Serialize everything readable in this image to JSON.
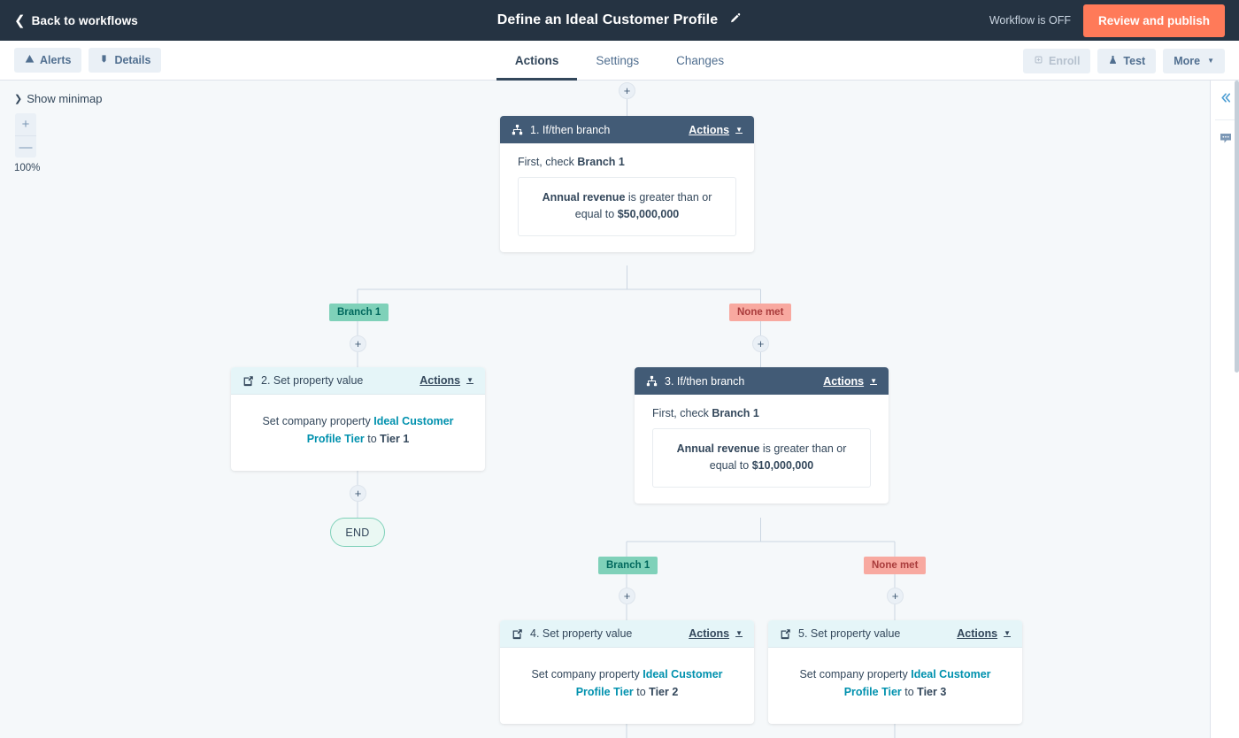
{
  "topbar": {
    "back_label": "Back to workflows",
    "back_icon": "chevron-left-icon",
    "title": "Define an Ideal Customer Profile",
    "edit_icon": "pencil-icon",
    "status_text": "Workflow is OFF",
    "publish_label": "Review and publish",
    "publish_color": "#ff7a59",
    "background_color": "#253342"
  },
  "subbar": {
    "alerts_label": "Alerts",
    "alerts_icon": "warning-triangle-icon",
    "details_label": "Details",
    "details_icon": "info-icon",
    "tabs": [
      {
        "label": "Actions",
        "active": true
      },
      {
        "label": "Settings",
        "active": false
      },
      {
        "label": "Changes",
        "active": false
      }
    ],
    "enroll_label": "Enroll",
    "enroll_icon": "enroll-icon",
    "enroll_disabled": true,
    "test_label": "Test",
    "test_icon": "flask-icon",
    "more_label": "More",
    "more_icon": "caret-down-icon"
  },
  "canvas": {
    "minimap_label": "Show minimap",
    "minimap_icon": "chevron-right-icon",
    "zoom_in_label": "+",
    "zoom_out_label": "—",
    "zoom_level": "100%",
    "background_color": "#f5f8fa"
  },
  "nodes": {
    "n1": {
      "icon": "branch-icon",
      "title": "1. If/then branch",
      "actions_label": "Actions",
      "lead_prefix": "First, check ",
      "lead_branch": "Branch 1",
      "cond_prop": "Annual revenue",
      "cond_op": " is greater than or equal to ",
      "cond_value": "$50,000,000"
    },
    "n2": {
      "icon": "set-property-icon",
      "title": "2. Set property value",
      "actions_label": "Actions",
      "body_prefix": "Set company property ",
      "body_property": "Ideal Customer Profile Tier",
      "body_mid": " to ",
      "body_value": "Tier 1"
    },
    "n3": {
      "icon": "branch-icon",
      "title": "3. If/then branch",
      "actions_label": "Actions",
      "lead_prefix": "First, check ",
      "lead_branch": "Branch 1",
      "cond_prop": "Annual revenue",
      "cond_op": " is greater than or equal to ",
      "cond_value": "$10,000,000"
    },
    "n4": {
      "icon": "set-property-icon",
      "title": "4. Set property value",
      "actions_label": "Actions",
      "body_prefix": "Set company property ",
      "body_property": "Ideal Customer Profile Tier",
      "body_mid": " to ",
      "body_value": "Tier 2"
    },
    "n5": {
      "icon": "set-property-icon",
      "title": "5. Set property value",
      "actions_label": "Actions",
      "body_prefix": "Set company property ",
      "body_property": "Ideal Customer Profile Tier",
      "body_mid": " to ",
      "body_value": "Tier 3"
    }
  },
  "branch_pills": {
    "b1_left": "Branch 1",
    "b1_right": "None met",
    "b3_left": "Branch 1",
    "b3_right": "None met",
    "green_bg": "#7fd1b9",
    "red_bg": "#f8a9a0"
  },
  "end_node": {
    "label": "END"
  },
  "plus_buttons": {
    "label": "+"
  },
  "right_rail": {
    "collapse_icon": "double-chevron-left-icon",
    "comment_icon": "comment-icon"
  }
}
